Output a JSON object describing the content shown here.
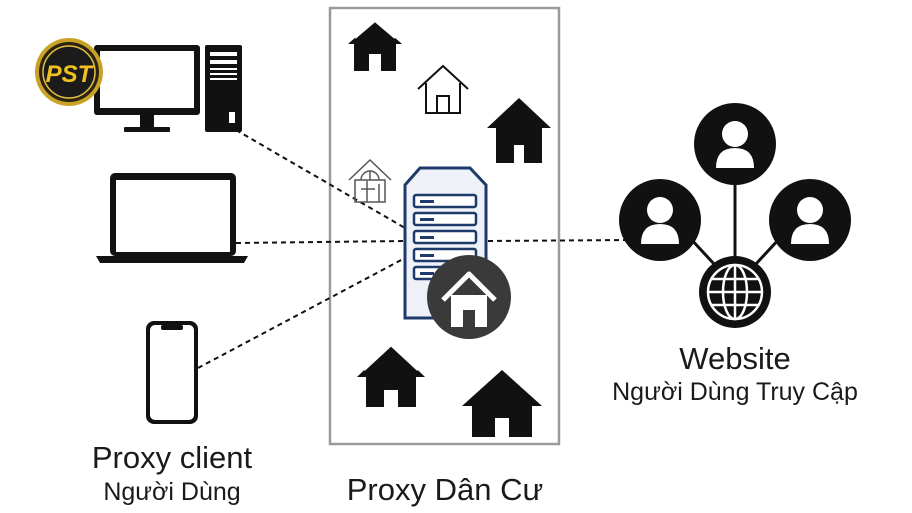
{
  "logo": {
    "text": "PST",
    "colors": {
      "ring": "#c9a227",
      "core": "#1b1b1b",
      "text": "#f0c020"
    }
  },
  "client": {
    "title": "Proxy client",
    "subtitle": "Người Dùng"
  },
  "proxy": {
    "title": "Proxy Dân Cư"
  },
  "website": {
    "title": "Website",
    "subtitle": "Người Dùng Truy Cập"
  },
  "colors": {
    "ink": "#111111",
    "box_border": "#9a9a9a",
    "server_blue": "#1d3a6b",
    "server_fill": "#eef2f8",
    "badge": "#3a3a3a"
  },
  "icons": [
    "desktop-computer-icon",
    "laptop-icon",
    "smartphone-icon",
    "house-icon",
    "house-outline-icon",
    "server-icon",
    "globe-icon",
    "user-avatar-icon"
  ]
}
